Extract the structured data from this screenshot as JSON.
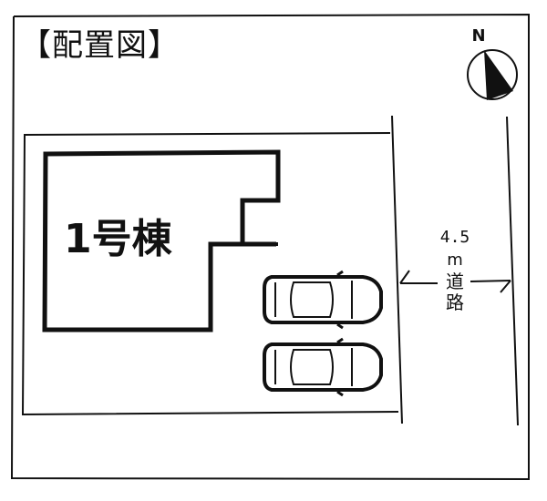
{
  "title": "【配置図】",
  "building": {
    "label": "1号棟"
  },
  "road": {
    "width_value": "4.5",
    "unit": "m",
    "name_chars": [
      "道",
      "路"
    ]
  },
  "compass": {
    "label": "N",
    "icon": "north-arrow-icon"
  },
  "parking": {
    "car_count": 2,
    "icon": "car-top-view-icon"
  },
  "colors": {
    "line": "#111111",
    "background": "#ffffff"
  }
}
